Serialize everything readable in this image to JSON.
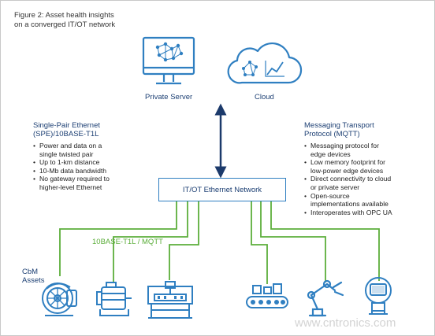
{
  "figure": {
    "title_lines": [
      "Figure 2: Asset health insights",
      "on a converged IT/OT network"
    ]
  },
  "top": {
    "private_server_label": "Private Server",
    "cloud_label": "Cloud"
  },
  "spe": {
    "title_lines": [
      "Single-Pair Ethernet",
      "(SPE)/10BASE-T1L"
    ],
    "bullets": [
      [
        "Power and data on a",
        "single twisted pair"
      ],
      [
        "Up to 1-km distance"
      ],
      [
        "10-Mb data bandwidth"
      ],
      [
        "No gateway required to",
        "higher-level Ethernet"
      ]
    ]
  },
  "mqtt": {
    "title_lines": [
      "Messaging Transport",
      "Protocol (MQTT)"
    ],
    "bullets": [
      [
        "Messaging protocol for",
        "edge devices"
      ],
      [
        "Low memory footprint for",
        "low-power edge devices"
      ],
      [
        "Direct connectivity to cloud",
        "or private server"
      ],
      [
        "Open-source",
        "implementations available"
      ],
      [
        "Interoperates with OPC UA"
      ]
    ]
  },
  "network": {
    "label": "IT/OT Ethernet Network"
  },
  "link": {
    "label": "10BASE-T1L / MQTT"
  },
  "assets": {
    "title_lines": [
      "CbM",
      "Assets"
    ],
    "icons": [
      "fan-icon",
      "motor-icon",
      "cnc-machine-icon",
      "conveyor-icon",
      "robot-arm-icon",
      "transmitter-icon"
    ]
  },
  "watermark": "www.cntronics.com",
  "colors": {
    "accent": "#2f7fc1",
    "line": "#5cae3b",
    "text_blue": "#1c3f73",
    "dark_arrow": "#1c3a6b"
  }
}
